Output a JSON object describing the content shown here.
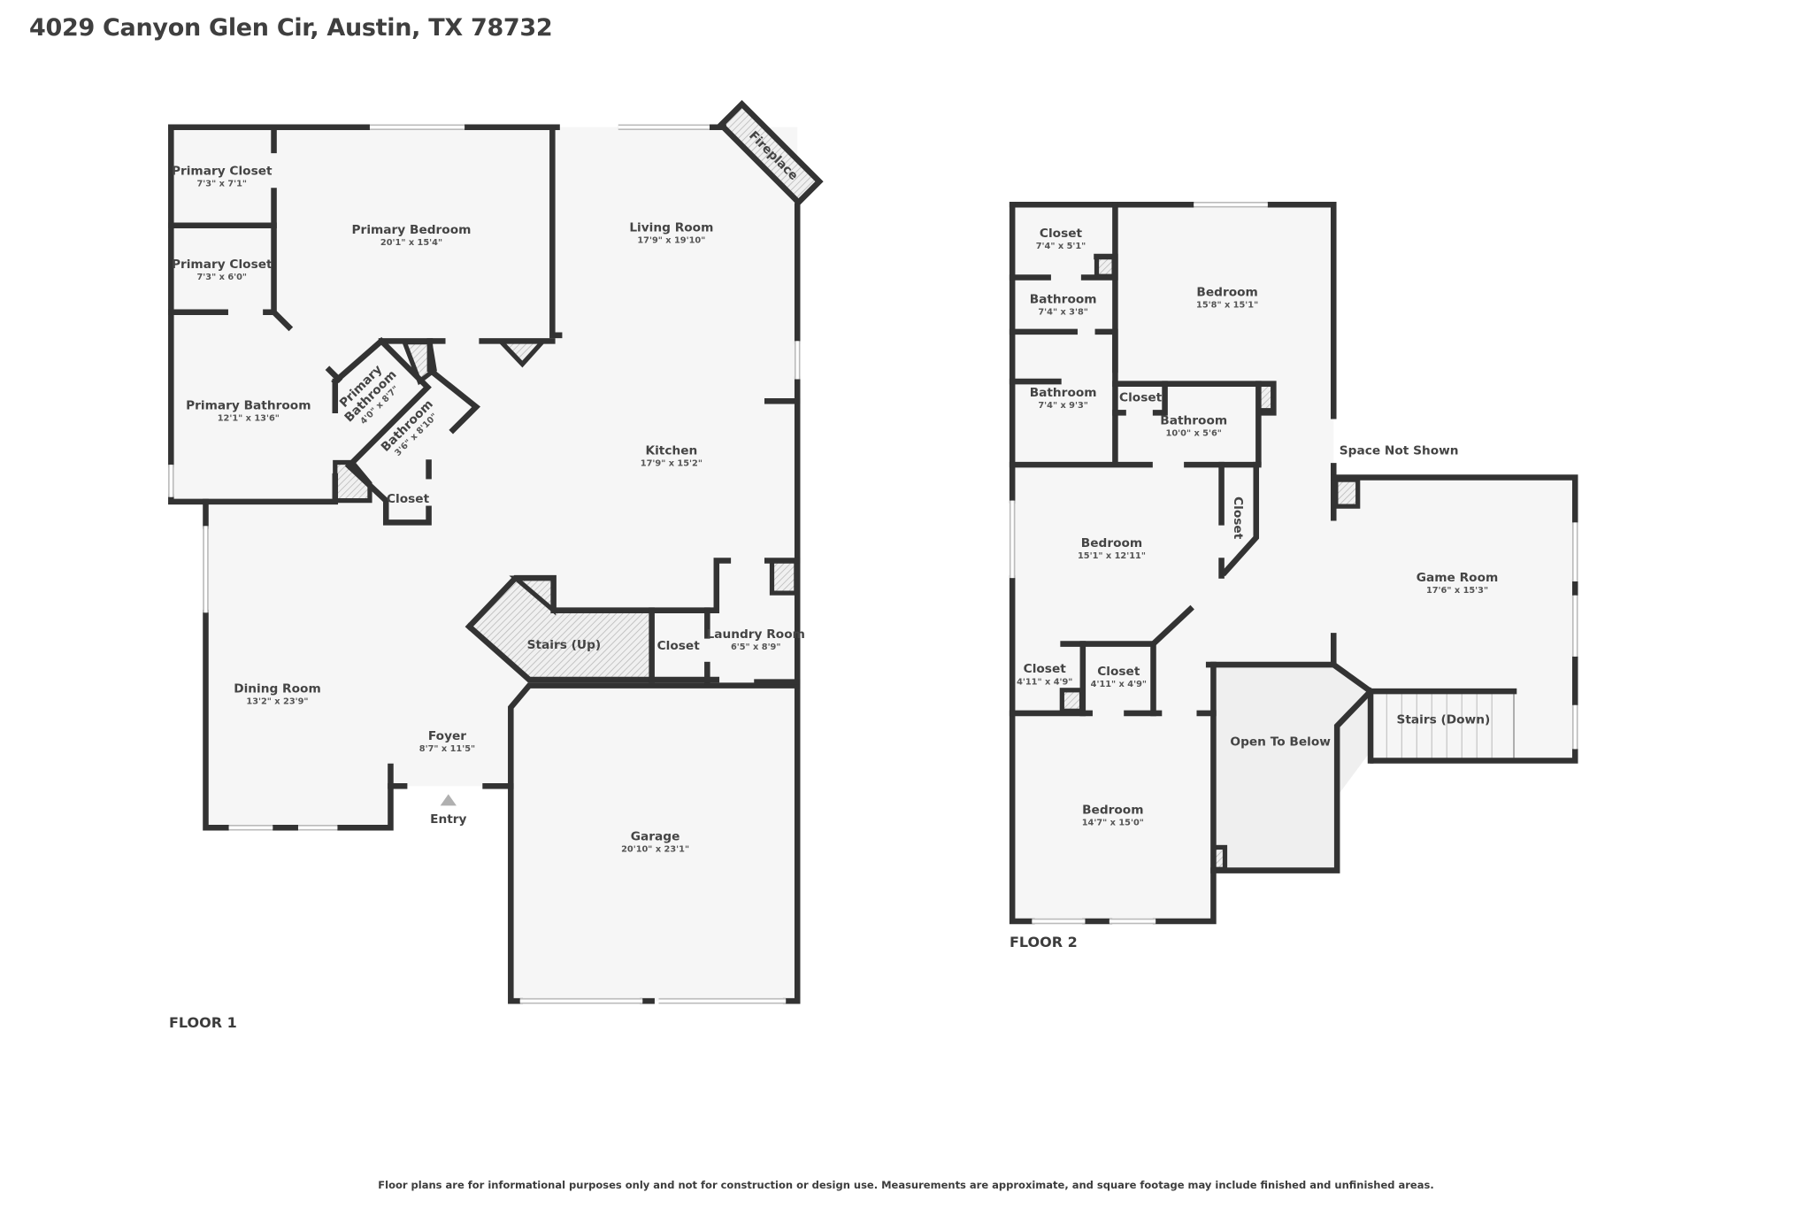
{
  "header": {
    "title": "4029 Canyon Glen Cir, Austin, TX 78732"
  },
  "colors": {
    "wall": "#333333",
    "floor": "#f6f6f6",
    "open_to_below": "#efefef",
    "text": "#444444",
    "hatch": "#cccccc"
  },
  "floor1": {
    "label": "FLOOR 1",
    "rooms": {
      "primary_closet_1": {
        "name": "Primary Closet",
        "dims": "7'3\" x 7'1\""
      },
      "primary_closet_2": {
        "name": "Primary Closet",
        "dims": "7'3\" x 6'0\""
      },
      "primary_bedroom": {
        "name": "Primary Bedroom",
        "dims": "20'1\" x 15'4\""
      },
      "living_room": {
        "name": "Living Room",
        "dims": "17'9\" x 19'10\""
      },
      "fireplace": {
        "name": "Fireplace"
      },
      "primary_bathroom_1": {
        "name": "Primary Bathroom",
        "dims": "12'1\" x 13'6\""
      },
      "primary_bathroom_2": {
        "name1": "Primary",
        "name2": "Bathroom",
        "dims": "4'0\" x 8'7\""
      },
      "bathroom": {
        "name": "Bathroom",
        "dims": "3'6\" x 8'10\""
      },
      "closet_small": {
        "name": "Closet"
      },
      "kitchen": {
        "name": "Kitchen",
        "dims": "17'9\" x 15'2\""
      },
      "stairs_up": {
        "name": "Stairs (Up)"
      },
      "closet_stairs": {
        "name": "Closet"
      },
      "laundry_room": {
        "name": "Laundry Room",
        "dims": "6'5\" x 8'9\""
      },
      "dining_room": {
        "name": "Dining Room",
        "dims": "13'2\" x 23'9\""
      },
      "foyer": {
        "name": "Foyer",
        "dims": "8'7\" x 11'5\""
      },
      "entry": {
        "name": "Entry"
      },
      "garage": {
        "name": "Garage",
        "dims": "20'10\" x 23'1\""
      }
    }
  },
  "floor2": {
    "label": "FLOOR 2",
    "rooms": {
      "closet_top": {
        "name": "Closet",
        "dims": "7'4\" x 5'1\""
      },
      "bathroom_1": {
        "name": "Bathroom",
        "dims": "7'4\" x 3'8\""
      },
      "bedroom_1": {
        "name": "Bedroom",
        "dims": "15'8\" x 15'1\""
      },
      "bathroom_2": {
        "name": "Bathroom",
        "dims": "7'4\" x 9'3\""
      },
      "closet_mid": {
        "name": "Closet"
      },
      "bathroom_3": {
        "name": "Bathroom",
        "dims": "10'0\" x 5'6\""
      },
      "space_not_shown": {
        "name": "Space Not Shown"
      },
      "bedroom_2": {
        "name": "Bedroom",
        "dims": "15'1\" x 12'11\""
      },
      "closet_vertical": {
        "name": "Closet"
      },
      "game_room": {
        "name": "Game Room",
        "dims": "17'6\" x 15'3\""
      },
      "closet_a": {
        "name": "Closet",
        "dims": "4'11\" x 4'9\""
      },
      "closet_b": {
        "name": "Closet",
        "dims": "4'11\" x 4'9\""
      },
      "open_to_below": {
        "name": "Open To Below"
      },
      "stairs_down": {
        "name": "Stairs (Down)"
      },
      "bedroom_3": {
        "name": "Bedroom",
        "dims": "14'7\" x 15'0\""
      }
    }
  },
  "footer": {
    "disclaimer": "Floor plans are for informational purposes only and not for construction or design use. Measurements are approximate, and square footage may include finished and unfinished areas."
  }
}
